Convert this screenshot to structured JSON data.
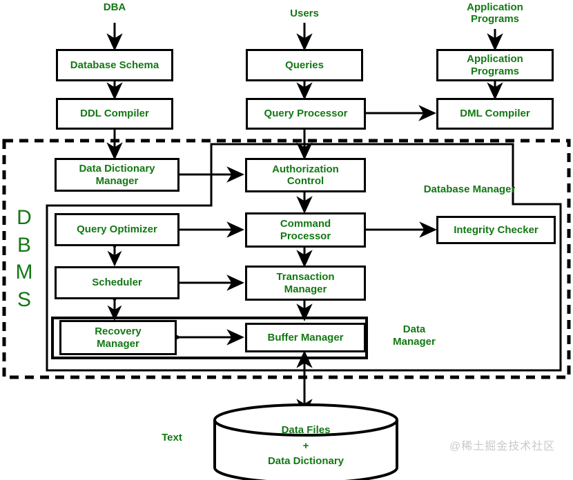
{
  "diagram": {
    "title": "DBMS Structure / Database System Architecture",
    "colors": {
      "text_green": "#137813",
      "stroke_black": "#000000",
      "background": "#ffffff",
      "watermark_gray": "#c9c9c9"
    },
    "labels": {
      "dba": "DBA",
      "users": "Users",
      "application_programs_source": "Application\nPrograms",
      "dbms_letters": [
        "D",
        "B",
        "M",
        "S"
      ],
      "database_manager": "Database Manager",
      "data_manager": "Data\nManager",
      "text_label": "Text",
      "watermark": "@稀土掘金技术社区"
    },
    "nodes": [
      {
        "id": "database-schema",
        "label": "Database Schema"
      },
      {
        "id": "queries",
        "label": "Queries"
      },
      {
        "id": "application-programs",
        "label": "Application\nPrograms"
      },
      {
        "id": "ddl-compiler",
        "label": "DDL Compiler"
      },
      {
        "id": "query-processor",
        "label": "Query Processor"
      },
      {
        "id": "dml-compiler",
        "label": "DML Compiler"
      },
      {
        "id": "data-dictionary-manager",
        "label": "Data Dictionary\nManager"
      },
      {
        "id": "authorization-control",
        "label": "Authorization\nControl"
      },
      {
        "id": "query-optimizer",
        "label": "Query Optimizer"
      },
      {
        "id": "command-processor",
        "label": "Command\nProcessor"
      },
      {
        "id": "integrity-checker",
        "label": "Integrity Checker"
      },
      {
        "id": "scheduler",
        "label": "Scheduler"
      },
      {
        "id": "transaction-manager",
        "label": "Transaction\nManager"
      },
      {
        "id": "recovery-manager",
        "label": "Recovery\nManager"
      },
      {
        "id": "buffer-manager",
        "label": "Buffer Manager"
      },
      {
        "id": "data-store",
        "label": "Data Files\n+\nData Dictionary"
      }
    ]
  }
}
